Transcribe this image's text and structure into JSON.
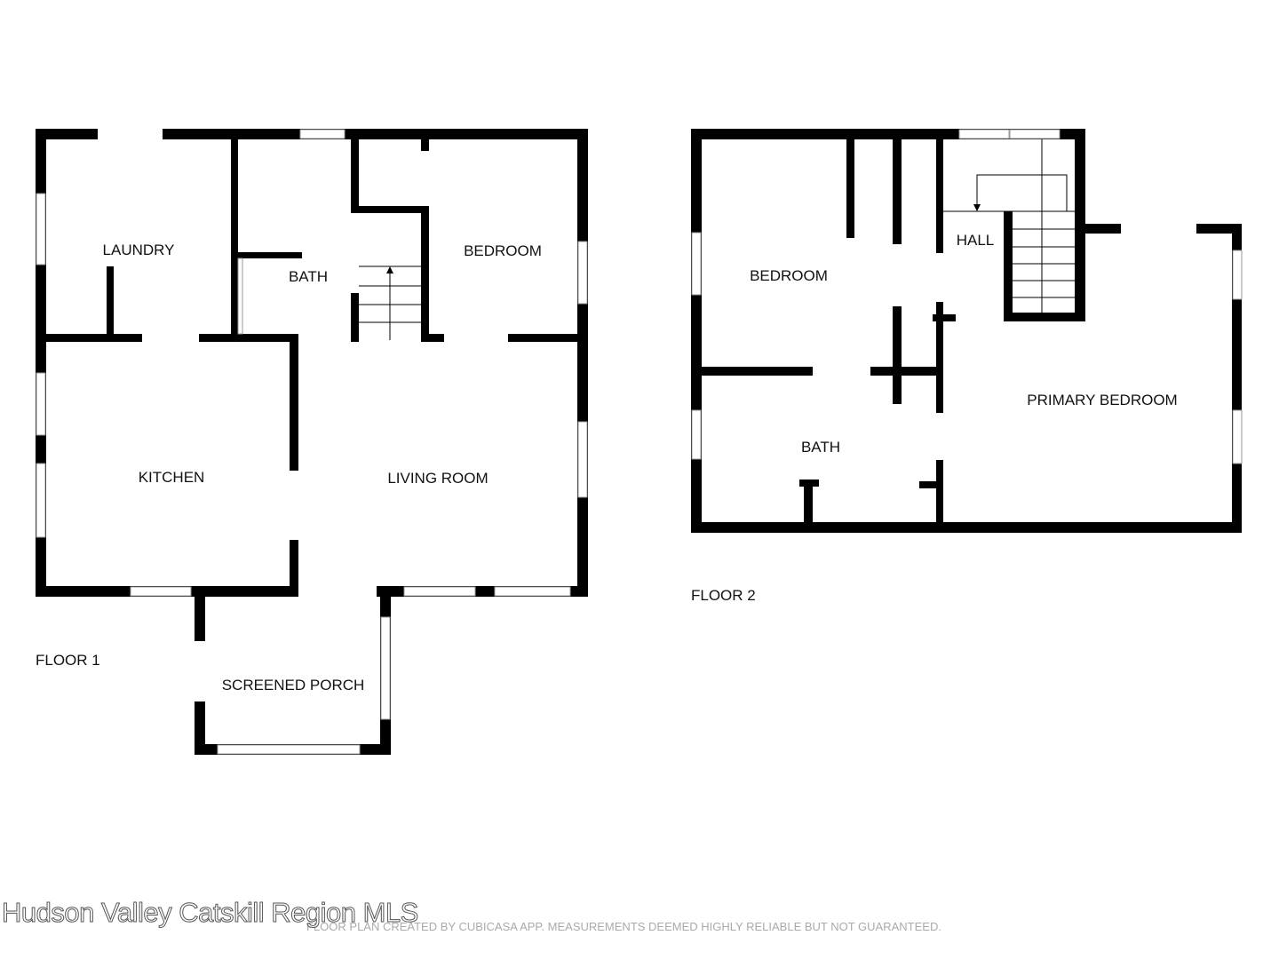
{
  "floor1": {
    "label": "FLOOR 1",
    "rooms": {
      "laundry": "LAUNDRY",
      "bath": "BATH",
      "bedroom": "BEDROOM",
      "kitchen": "KITCHEN",
      "living_room": "LIVING ROOM",
      "screened_porch": "SCREENED PORCH"
    }
  },
  "floor2": {
    "label": "FLOOR 2",
    "rooms": {
      "bedroom": "BEDROOM",
      "hall": "HALL",
      "bath": "BATH",
      "primary_bedroom": "PRIMARY BEDROOM"
    }
  },
  "watermark": "Hudson Valley Catskill Region MLS",
  "disclaimer": "FLOOR PLAN CREATED BY CUBICASA APP. MEASUREMENTS DEEMED HIGHLY RELIABLE BUT NOT GUARANTEED."
}
